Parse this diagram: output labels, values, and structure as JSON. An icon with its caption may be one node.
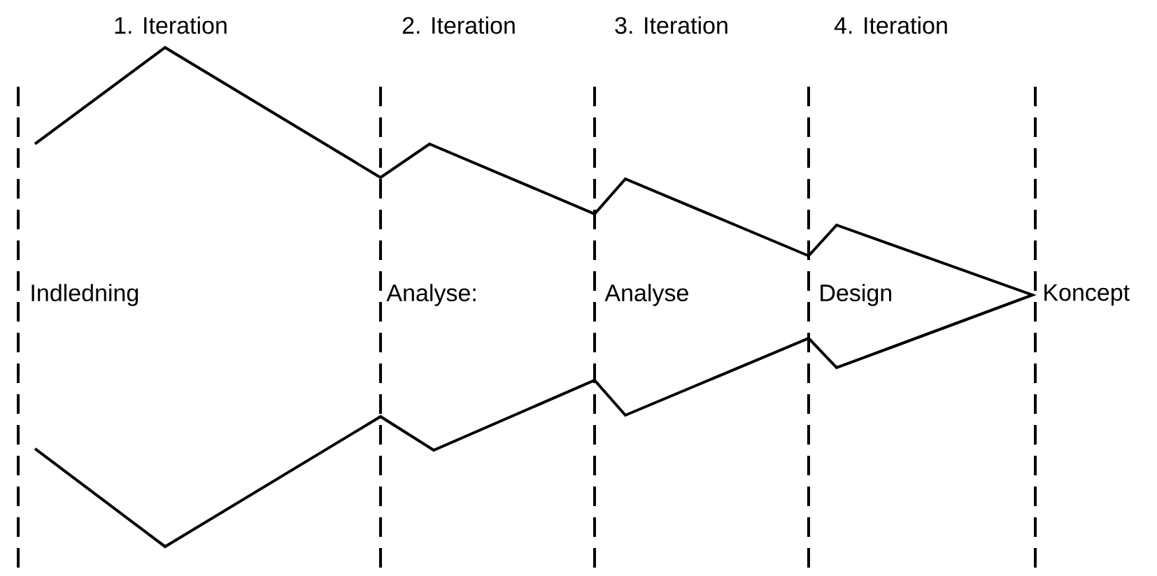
{
  "diagram": {
    "labels": [
      "1. Iteration",
      "2. Iteration",
      "3. Iteration",
      "4. Iteration",
      "Indledning",
      "Analyse:",
      "Analyse",
      "Design",
      "Koncept"
    ]
  }
}
